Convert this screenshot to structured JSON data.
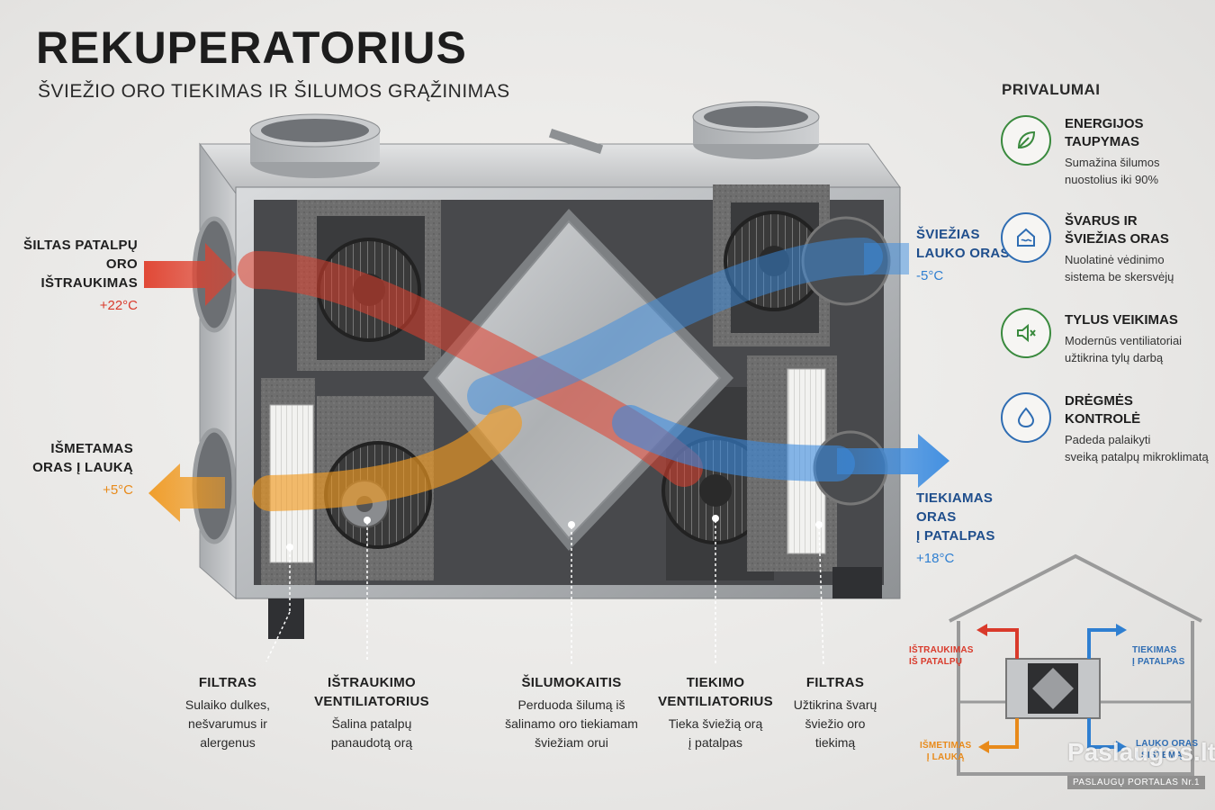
{
  "header": {
    "title": "REKUPERATORIUS",
    "subtitle": "ŠVIEŽIO ORO TIEKIMAS IR ŠILUMOS GRĄŽINIMAS"
  },
  "flows": {
    "exhaust_indoor": {
      "line1": "ŠILTAS PATALPŲ",
      "line2": "ORO IŠTRAUKIMAS",
      "temp": "+22°C",
      "color": "#d93a2b"
    },
    "exhaust_out": {
      "line1": "IŠMETAMAS",
      "line2": "ORAS Į LAUKĄ",
      "temp": "+5°C",
      "color": "#e88a1a"
    },
    "fresh_in": {
      "line1": "ŠVIEŽIAS",
      "line2": "LAUKO ORAS",
      "temp": "-5°C",
      "color": "#2f7fd1"
    },
    "supply": {
      "line1": "TIEKIAMAS ORAS",
      "line2": "Į PATALPAS",
      "temp": "+18°C",
      "color": "#2f7fd1"
    }
  },
  "components": [
    {
      "title1": "FILTRAS",
      "title2": "",
      "desc": [
        "Sulaiko dulkes,",
        "nešvarumus ir",
        "alergenus"
      ]
    },
    {
      "title1": "IŠTRAUKIMO",
      "title2": "VENTILIATORIUS",
      "desc": [
        "Šalina patalpų",
        "panaudotą orą"
      ]
    },
    {
      "title1": "ŠILUMOKAITIS",
      "title2": "",
      "desc": [
        "Perduoda šilumą iš",
        "šalinamo oro tiekiamam",
        "šviežiam orui"
      ]
    },
    {
      "title1": "TIEKIMO",
      "title2": "VENTILIATORIUS",
      "desc": [
        "Tieka šviežią orą",
        "į patalpas"
      ]
    },
    {
      "title1": "FILTRAS",
      "title2": "",
      "desc": [
        "Užtikrina švarų",
        "šviežio oro",
        "tiekimą"
      ]
    }
  ],
  "advantages": {
    "title": "PRIVALUMAI",
    "items": [
      {
        "icon": "leaf-icon",
        "color": "#3a8a3e",
        "title1": "ENERGIJOS",
        "title2": "TAUPYMAS",
        "desc1": "Sumažina šilumos",
        "desc2": "nuostolius iki 90%"
      },
      {
        "icon": "house-icon",
        "color": "#2f6db3",
        "title1": "ŠVARUS IR",
        "title2": "ŠVIEŽIAS ORAS",
        "desc1": "Nuolatinė vėdinimo",
        "desc2": "sistema be skersvėjų"
      },
      {
        "icon": "speaker-mute-icon",
        "color": "#3a8a3e",
        "title1": "TYLUS VEIKIMAS",
        "title2": "",
        "desc1": "Modernūs ventiliatoriai",
        "desc2": "užtikrina tylų darbą"
      },
      {
        "icon": "droplet-icon",
        "color": "#2f6db3",
        "title1": "DRĖGMĖS",
        "title2": "KONTROLĖ",
        "desc1": "Padeda palaikyti",
        "desc2": "sveiką patalpų mikroklimatą"
      }
    ]
  },
  "mini_diagram": {
    "exhaust_in": {
      "line1": "IŠTRAUKIMAS",
      "line2": "IŠ PATALPŲ"
    },
    "supply": {
      "line1": "TIEKIMAS",
      "line2": "Į PATALPAS"
    },
    "exhaust_out": {
      "line1": "IŠMETIMAS",
      "line2": "Į LAUKĄ"
    },
    "outdoor": {
      "line1": "LAUKO ORAS",
      "line2": "Į SISTEMĄ"
    }
  },
  "watermark": {
    "brand": "Paslaugos.lt",
    "tagline": "PASLAUGŲ PORTALAS Nr.1"
  }
}
